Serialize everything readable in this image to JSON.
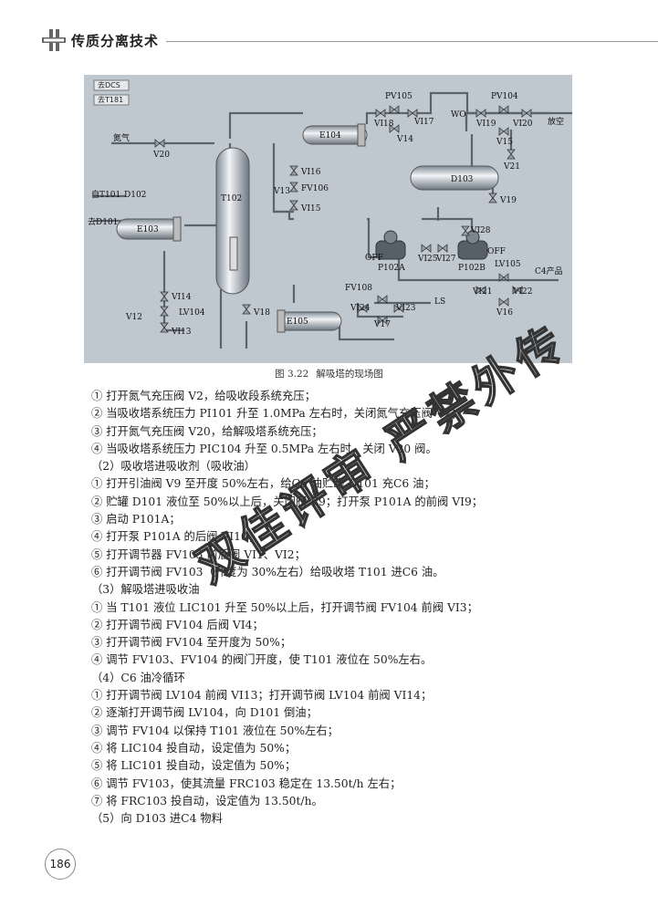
{
  "header": {
    "title": "传质分离技术"
  },
  "figure": {
    "buttons": [
      "去DCS",
      "去T181"
    ],
    "labels": {
      "pv105": "PV105",
      "wo": "WO",
      "pv104": "PV104",
      "vent": "放空",
      "vi18": "VI18",
      "vi17": "VI17",
      "vi19": "VI19",
      "vi20": "VI20",
      "e104": "E104",
      "v14": "V14",
      "v15": "V15",
      "v21": "V21",
      "nitrogen": "氮气",
      "v20": "V20",
      "t102": "T102",
      "vi16": "VI16",
      "v13": "V13",
      "fv106": "FV106",
      "vi15": "VI15",
      "d103": "D103",
      "v19": "V19",
      "from_t101": "自T101",
      "d102": "D102",
      "to_d101": "去D101",
      "e103": "E103",
      "vi28": "VI28",
      "off1": "OFF",
      "off2": "OFF",
      "vi25": "VI25",
      "vi27": "VI27",
      "p102a": "P102A",
      "p102b": "P102B",
      "lv105": "LV105",
      "c4_product": "C4产品",
      "fv108": "FV108",
      "ls": "LS",
      "vi24": "VI24",
      "vi23": "VI23",
      "vi21": "VI21",
      "vi22": "VI22",
      "v16": "V16",
      "v17": "V17",
      "vi14": "VI14",
      "v12": "V12",
      "lv104": "LV104",
      "vi13": "VI13",
      "v18": "V18",
      "e105": "E105"
    }
  },
  "caption": {
    "num": "图 3.22",
    "text": "解吸塔的现场图"
  },
  "lines": [
    "① 打开氮气充压阀 V2，给吸收段系统充压；",
    "② 当吸收塔系统压力 PI101 升至 1.0MPa 左右时，关闭氮气充压阀 V2；",
    "③ 打开氮气充压阀 V20，给解吸塔系统充压；",
    "④ 当吸收塔系统压力 PIC104 升至 0.5MPa 左右时，关闭 V20 阀。",
    "（2）吸收塔进吸收剂（吸收油）",
    "① 打开引油阀 V9 至开度 50%左右，给C6 油贮罐 D101 充C6 油；",
    "② 贮罐 D101 液位至 50%以上后，关闭阀 V9；打开泵 P101A 的前阀 VI9；",
    "③ 启动 P101A；",
    "④ 打开泵 P101A 的后阀 VI10；",
    "⑤ 打开调节器 FV103 前后阀 VI1、VI2；",
    "⑥ 打开调节阀 FV103（开度为 30%左右）给吸收塔 T101 进C6 油。",
    "（3）解吸塔进吸收油",
    "① 当 T101 液位 LIC101 升至 50%以上后，打开调节阀 FV104 前阀 VI3；",
    "② 打开调节阀 FV104 后阀 VI4；",
    "③ 打开调节阀 FV104 至开度为 50%；",
    "④ 调节 FV103、FV104 的阀门开度，使 T101 液位在 50%左右。",
    "（4）C6 油冷循环",
    "① 打开调节阀 LV104 前阀 VI13；打开调节阀 LV104 前阀 VI14；",
    "② 逐渐打开调节阀 LV104，向 D101 倒油；",
    "③ 调节 FV104 以保持 T101 液位在 50%左右；",
    "④ 将 LIC104 投自动，设定值为 50%；",
    "⑤ 将 LIC101 投自动，设定值为 50%；",
    "⑥ 调节 FV103，使其流量 FRC103 稳定在 13.50t/h 左右；",
    "⑦ 将 FRC103 投自动，设定值为 13.50t/h。",
    "（5）向 D103 进C4 物料"
  ],
  "page_number": "186",
  "watermark": "双佳评审 严禁外传"
}
